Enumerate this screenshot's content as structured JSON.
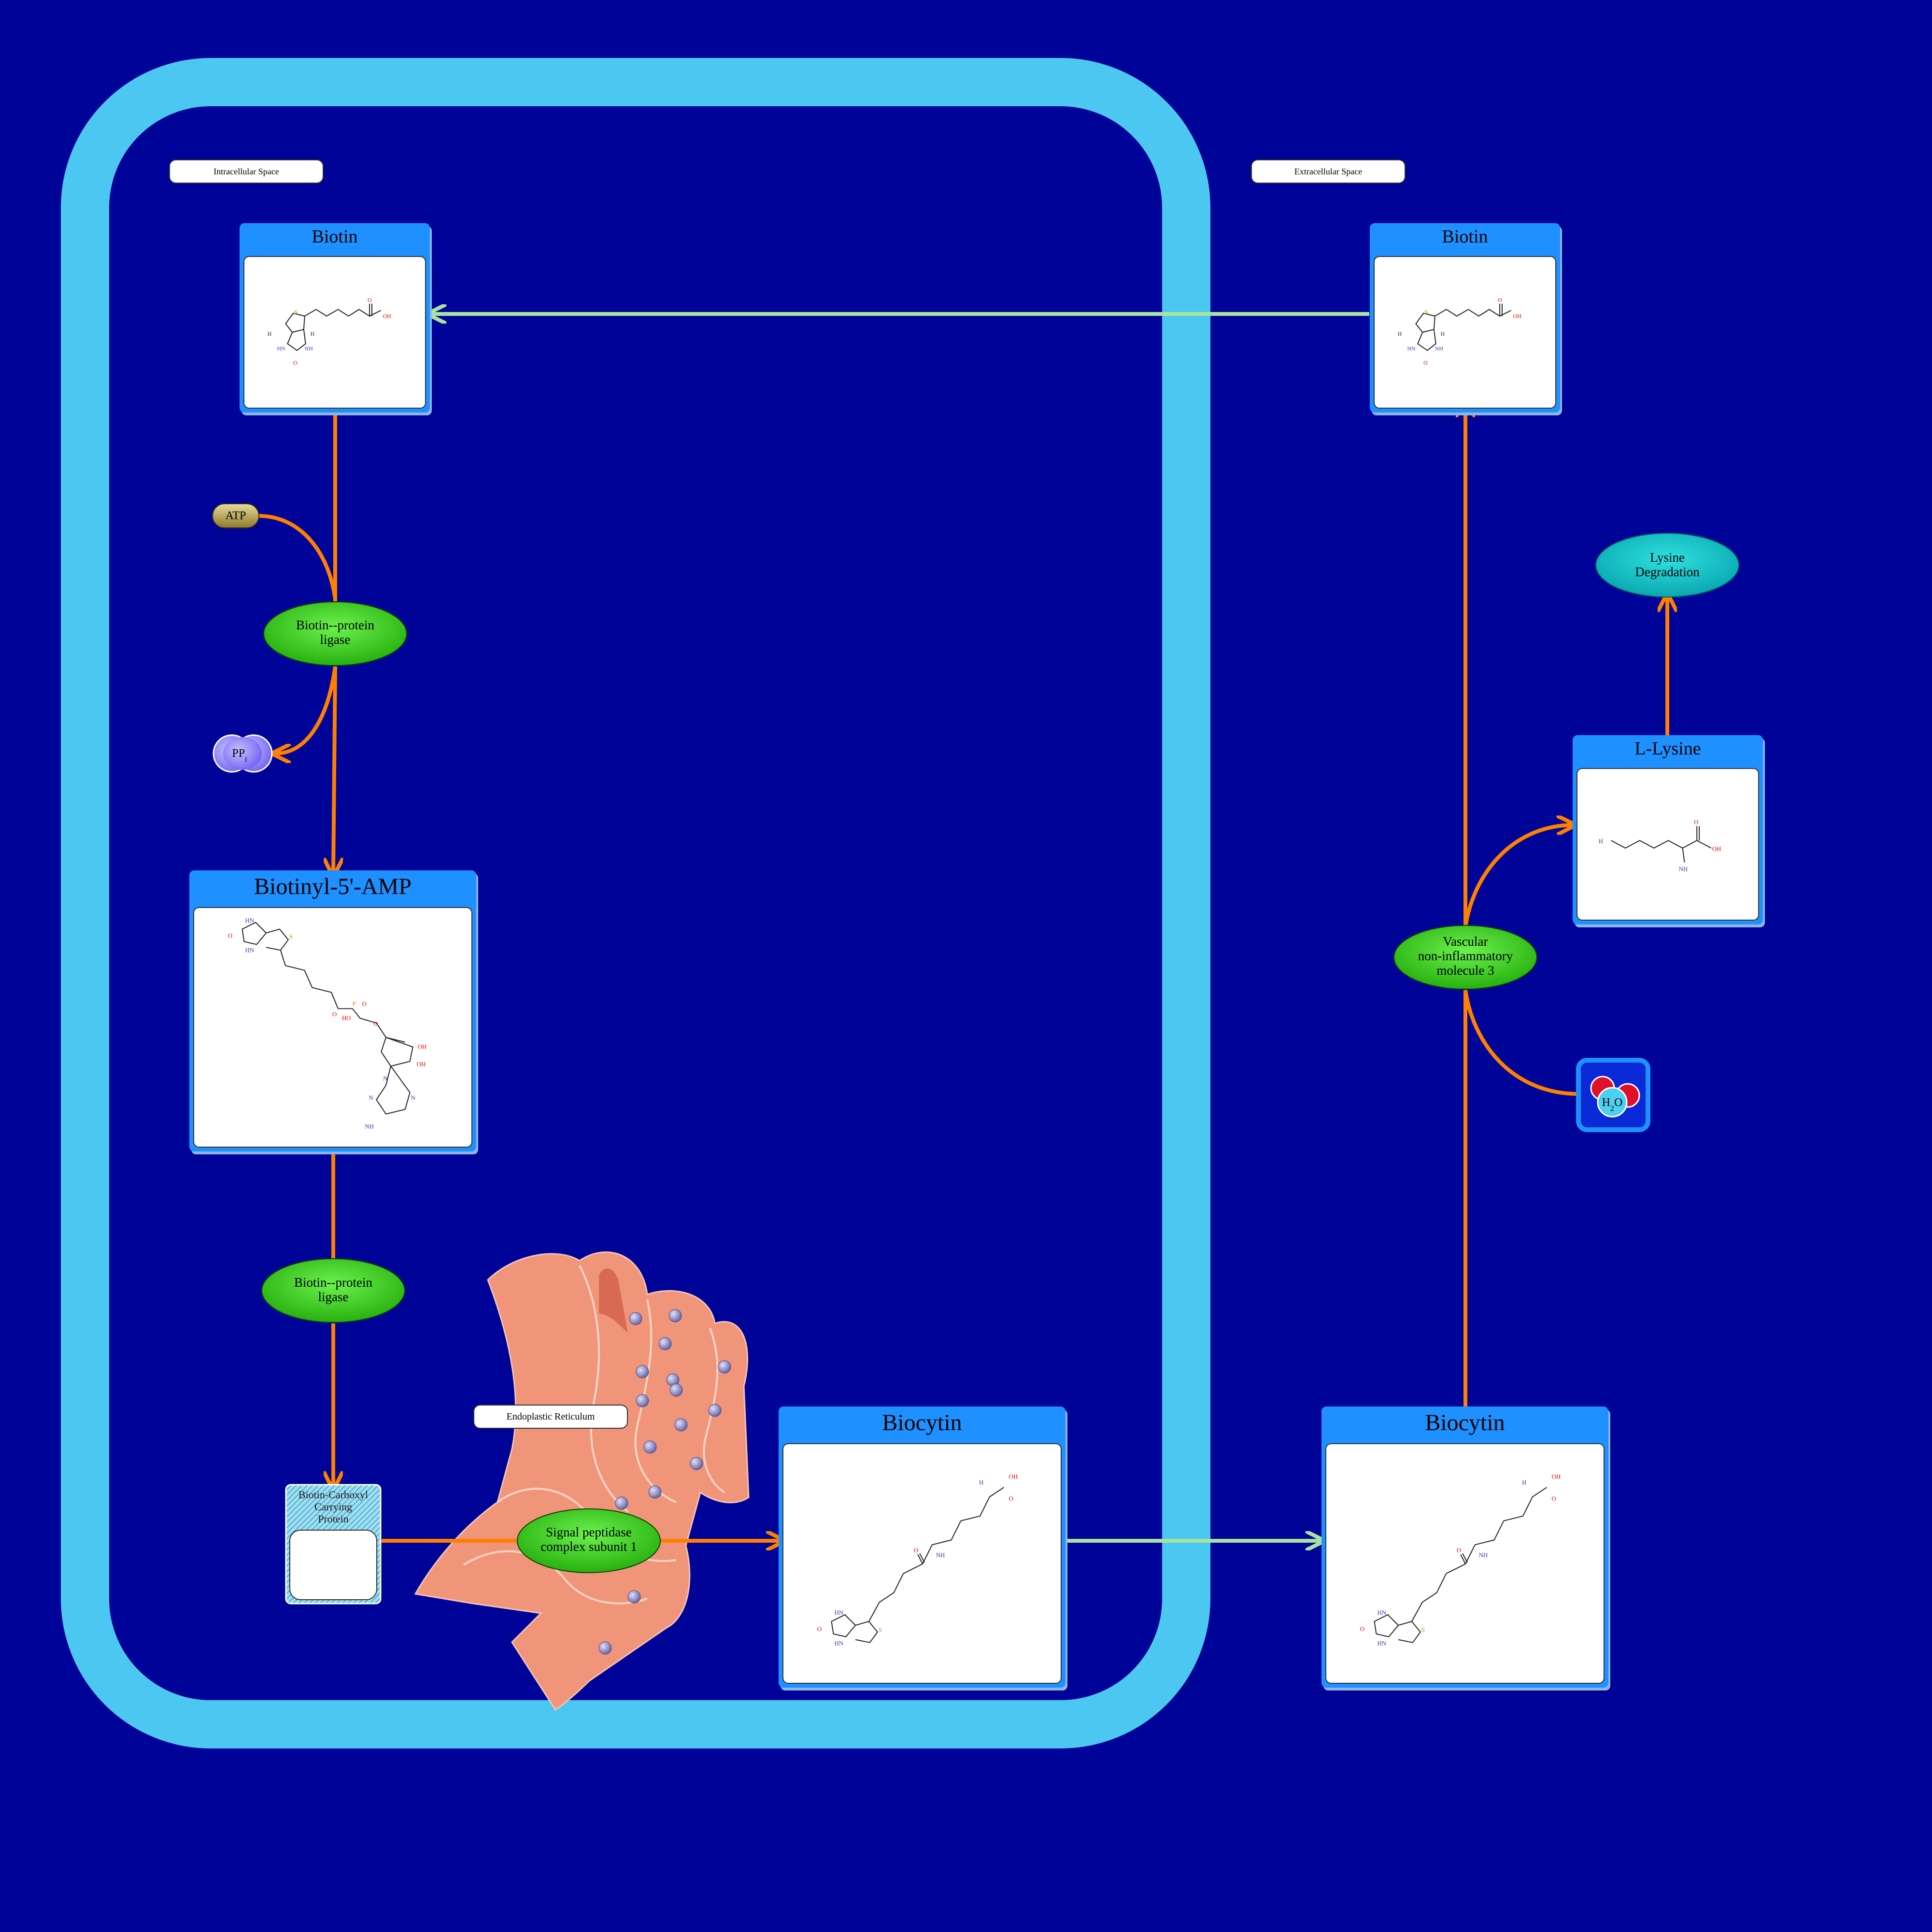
{
  "compartments": {
    "intracellular_label": "Intracellular Space",
    "extracellular_label": "Extracellular Space",
    "er_label": "Endoplastic Reticulum"
  },
  "molecules": {
    "biotin_in": "Biotin",
    "biotin_out": "Biotin",
    "biotinyl_amp": "Biotinyl-5'-AMP",
    "biocytin_in": "Biocytin",
    "biocytin_out": "Biocytin",
    "lysine": "L-Lysine",
    "bccp": "Biotin-Carboxyl Carrying Protein"
  },
  "enzymes": {
    "ligase1_line1": "Biotin--protein",
    "ligase1_line2": "ligase",
    "ligase2_line1": "Biotin--protein",
    "ligase2_line2": "ligase",
    "signal_line1": "Signal peptidase",
    "signal_line2": "complex subunit 1",
    "vnn_line1": "Vascular",
    "vnn_line2": "non-inflammatory",
    "vnn_line3": "molecule 3"
  },
  "pathway": {
    "lysine_deg_line1": "Lysine",
    "lysine_deg_line2": "Degradation"
  },
  "small_molecules": {
    "atp": "ATP",
    "ppi": "PP",
    "ppi_sub": "i",
    "water_h": "H",
    "water_sub": "2",
    "water_o": "O"
  },
  "atoms": {
    "oh": "OH",
    "o": "O",
    "hn": "HN",
    "nh": "NH",
    "s": "S",
    "h": "H",
    "nh2": "NH",
    "h2n": "H",
    "n2": "2",
    "p": "P",
    "n": "N",
    "ho": "HO"
  },
  "colors": {
    "background": "#000397",
    "membrane": "#4cc7f1",
    "reaction_arrow": "#ff8000",
    "transport_arrow": "#a8e4a0",
    "enzyme": "#3ad11f",
    "molecule_header": "#1e90ff",
    "pathway": "#10c8c8",
    "er": "#f0957a"
  }
}
